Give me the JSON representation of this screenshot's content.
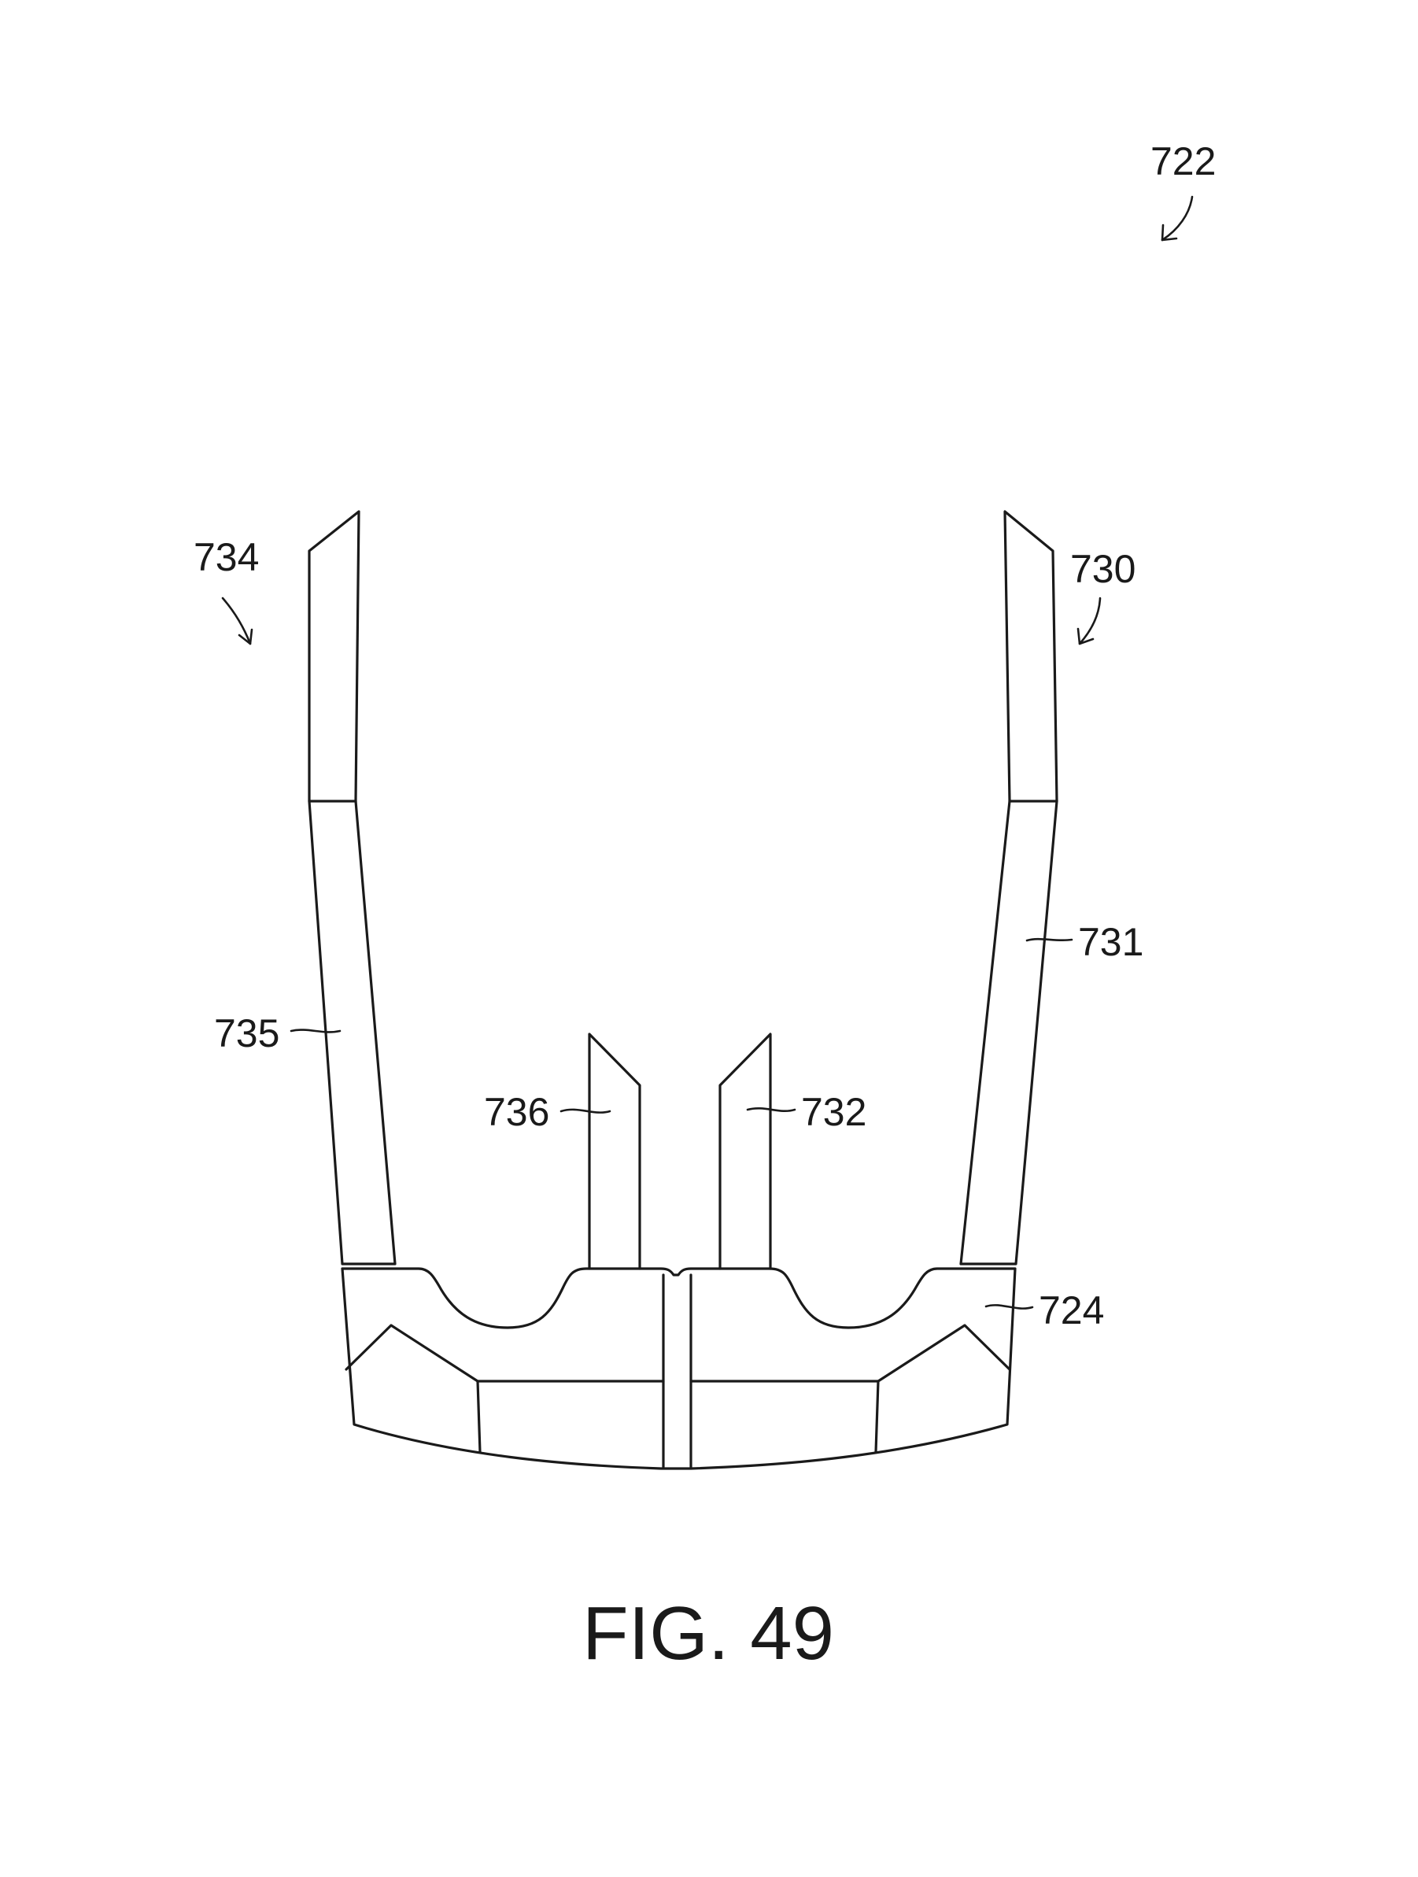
{
  "figure": {
    "caption": "FIG. 49",
    "labels": {
      "ref_722": "722",
      "ref_734": "734",
      "ref_730": "730",
      "ref_731": "731",
      "ref_735": "735",
      "ref_736": "736",
      "ref_732": "732",
      "ref_724": "724"
    }
  }
}
